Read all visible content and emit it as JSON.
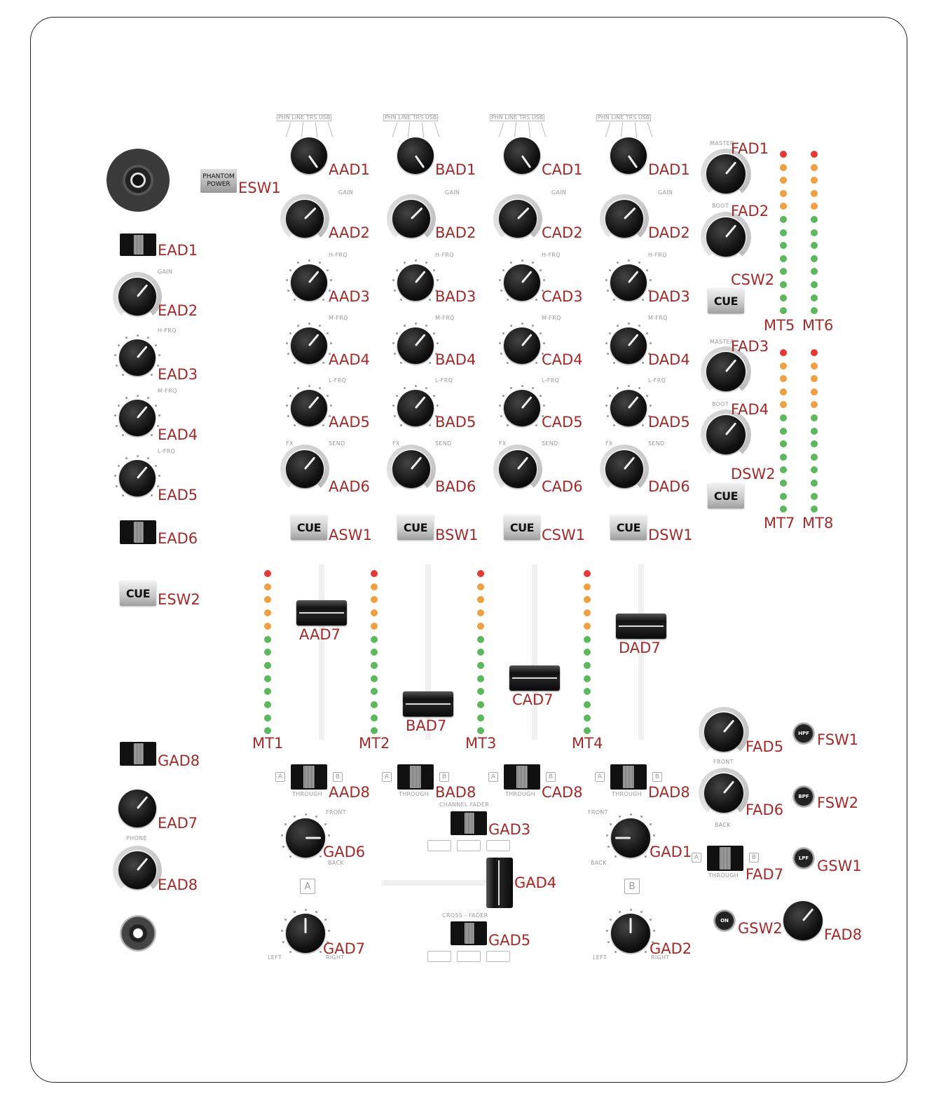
{
  "channels": [
    {
      "id": "A",
      "label_prefix": "A"
    },
    {
      "id": "B",
      "label_prefix": "B"
    },
    {
      "id": "C",
      "label_prefix": "C"
    },
    {
      "id": "D",
      "label_prefix": "D"
    }
  ],
  "input_selector_text": "PHN LINE TRS USB",
  "tiny_labels": {
    "gain": "GAIN",
    "hfrq": "H-FRQ",
    "mfrq": "M-FRQ",
    "lfrq": "L-FRQ",
    "fx": "FX",
    "send": "SEND",
    "master": "MASTER",
    "boot": "BOOT",
    "front": "FRONT",
    "back": "BACK",
    "phone": "PHONE",
    "left": "LEFT",
    "right": "RIGHT",
    "through": "THROUGH",
    "channel_fader": "CHANNEL FADER",
    "cross_fader": "CROSS - FADER",
    "phantom_power": "PHANTOM POWER"
  },
  "buttons": {
    "cue": "CUE",
    "hpf": "HPF",
    "bpf": "BPF",
    "lpf": "LPF",
    "on": "ON"
  },
  "ab": {
    "a": "A",
    "b": "B"
  },
  "labels": {
    "AAD1": "AAD1",
    "AAD2": "AAD2",
    "AAD3": "AAD3",
    "AAD4": "AAD4",
    "AAD5": "AAD5",
    "AAD6": "AAD6",
    "AAD7": "AAD7",
    "AAD8": "AAD8",
    "BAD1": "BAD1",
    "BAD2": "BAD2",
    "BAD3": "BAD3",
    "BAD4": "BAD4",
    "BAD5": "BAD5",
    "BAD6": "BAD6",
    "BAD7": "BAD7",
    "BAD8": "BAD8",
    "CAD1": "CAD1",
    "CAD2": "CAD2",
    "CAD3": "CAD3",
    "CAD4": "CAD4",
    "CAD5": "CAD5",
    "CAD6": "CAD6",
    "CAD7": "CAD7",
    "CAD8": "CAD8",
    "DAD1": "DAD1",
    "DAD2": "DAD2",
    "DAD3": "DAD3",
    "DAD4": "DAD4",
    "DAD5": "DAD5",
    "DAD6": "DAD6",
    "DAD7": "DAD7",
    "DAD8": "DAD8",
    "ASW1": "ASW1",
    "BSW1": "BSW1",
    "CSW1": "CSW1",
    "DSW1": "DSW1",
    "EAD1": "EAD1",
    "EAD2": "EAD2",
    "EAD3": "EAD3",
    "EAD4": "EAD4",
    "EAD5": "EAD5",
    "EAD6": "EAD6",
    "EAD7": "EAD7",
    "EAD8": "EAD8",
    "ESW1": "ESW1",
    "ESW2": "ESW2",
    "FAD1": "FAD1",
    "FAD2": "FAD2",
    "FAD3": "FAD3",
    "FAD4": "FAD4",
    "FAD5": "FAD5",
    "FAD6": "FAD6",
    "FAD7": "FAD7",
    "FAD8": "FAD8",
    "CSW2": "CSW2",
    "DSW2": "DSW2",
    "FSW1": "FSW1",
    "FSW2": "FSW2",
    "GSW1": "GSW1",
    "GSW2": "GSW2",
    "GAD1": "GAD1",
    "GAD2": "GAD2",
    "GAD3": "GAD3",
    "GAD4": "GAD4",
    "GAD5": "GAD5",
    "GAD6": "GAD6",
    "GAD7": "GAD7",
    "GAD8": "GAD8",
    "MT1": "MT1",
    "MT2": "MT2",
    "MT3": "MT3",
    "MT4": "MT4",
    "MT5": "MT5",
    "MT6": "MT6",
    "MT7": "MT7",
    "MT8": "MT8"
  },
  "colors": {
    "label": "#a12a2a",
    "led_red": "#e53935",
    "led_orange": "#f0a040",
    "led_green": "#5cb85c",
    "knob_ring": "#bdbdbd"
  },
  "meter": {
    "leds": 13,
    "red": 1,
    "orange": 4
  }
}
